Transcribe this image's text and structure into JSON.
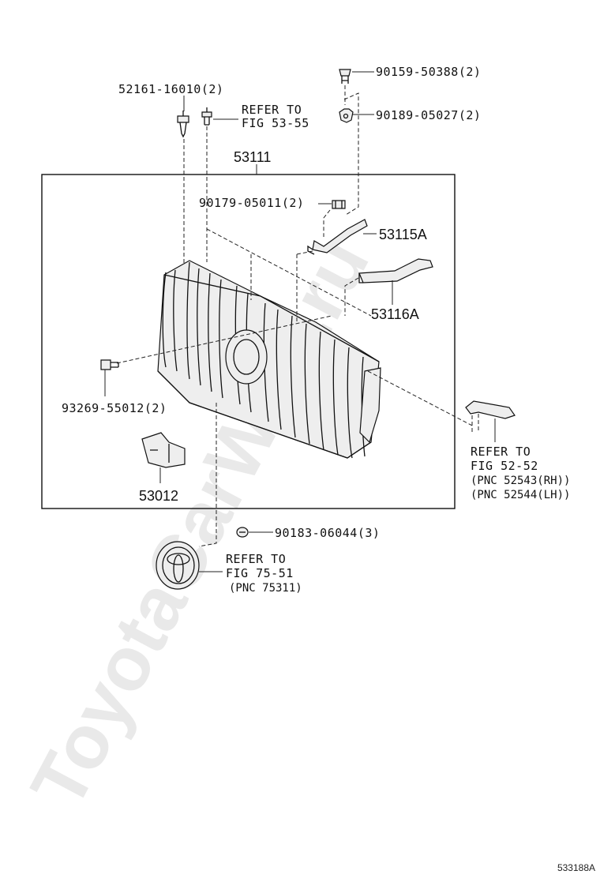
{
  "watermark": "ToyotaCarWire.ru",
  "diagram_code": "533188A",
  "box_label": "53111",
  "parts": {
    "bolt_top": "90159-50388(2)",
    "clip_top": "52161-16010(2)",
    "nut_top": "90189-05027(2)",
    "screw_inner": "90179-05011(2)",
    "moulding_upper": "53115A",
    "moulding_lower": "53116A",
    "bolt_left": "93269-55012(2)",
    "bracket": "53012",
    "clip_emblem": "90183-06044(3)"
  },
  "refs": {
    "fig53": {
      "line1": "REFER TO",
      "line2": "FIG 53-55"
    },
    "fig52": {
      "line1": "REFER TO",
      "line2": "FIG 52-52",
      "line3": "(PNC 52543(RH))",
      "line4": "(PNC 52544(LH))"
    },
    "fig75": {
      "line1": "REFER TO",
      "line2": "FIG 75-51",
      "line3": "(PNC 75311)"
    }
  }
}
